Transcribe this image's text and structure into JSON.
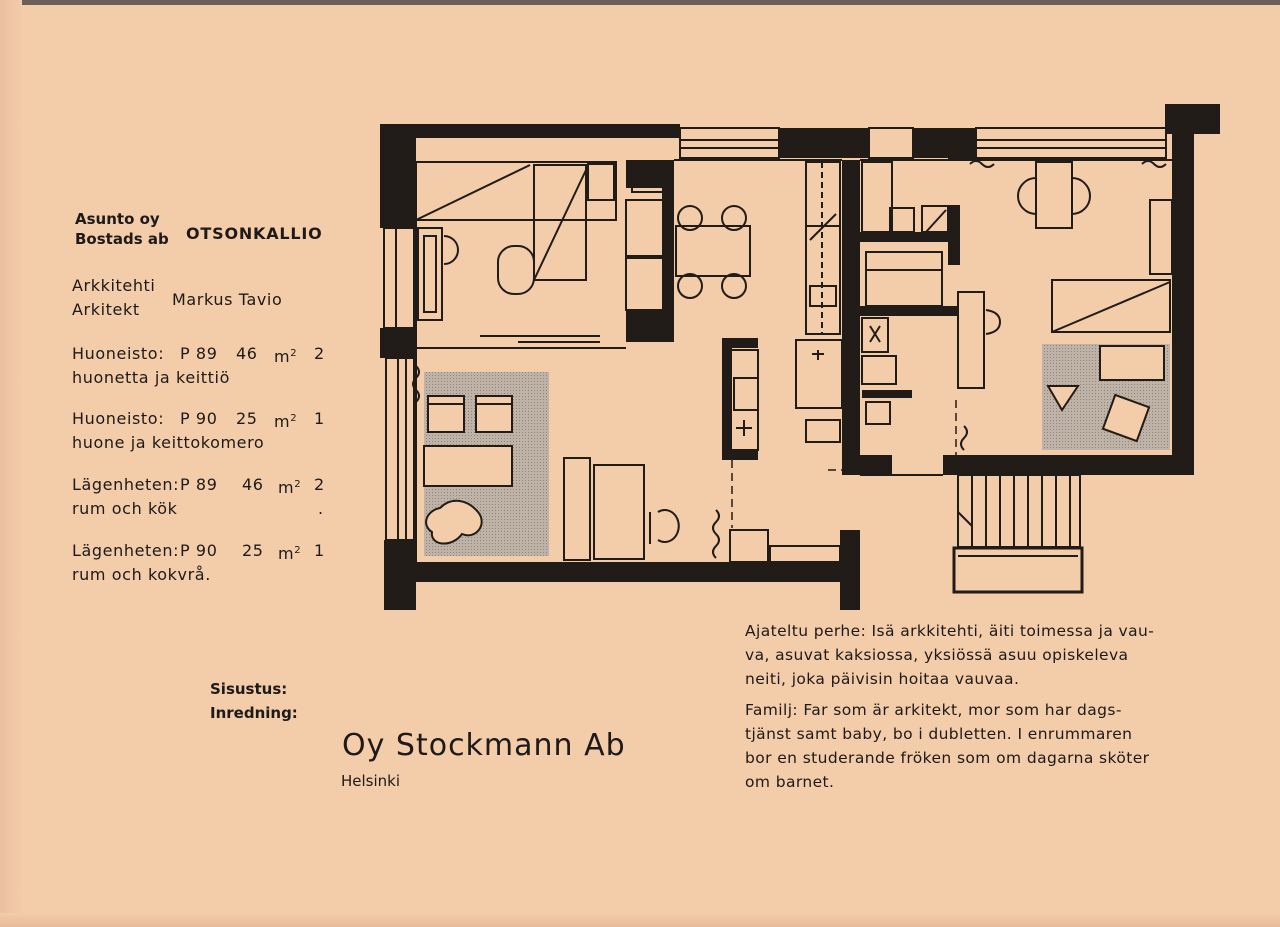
{
  "header": {
    "company_line1": "Asunto oy",
    "company_line2": "Bostads ab",
    "project_name": "OTSONKALLIO"
  },
  "architect": {
    "label_fi": "Arkkitehti",
    "label_sv": "Arkitekt",
    "name": "Markus Tavio"
  },
  "apartments": [
    {
      "label": "Huoneisto:",
      "code": "P 89",
      "area": "46",
      "unit": "m",
      "unit_sup": "2",
      "count": "2",
      "desc": "huonetta ja keittiö"
    },
    {
      "label": "Huoneisto:",
      "code": "P 90",
      "area": "25",
      "unit": "m",
      "unit_sup": "2",
      "count": "1",
      "desc": "huone ja keittokomero"
    },
    {
      "label": "Lägenheten:",
      "code": "P 89",
      "area": "46",
      "unit": "m",
      "unit_sup": "2",
      "count": "2",
      "desc": "rum och kök",
      "mark": "."
    },
    {
      "label": "Lägenheten:",
      "code": "P 90",
      "area": "25",
      "unit": "m",
      "unit_sup": "2",
      "count": "1",
      "desc": "rum och kokvrå."
    }
  ],
  "interior": {
    "label_fi": "Sisustus:",
    "label_sv": "Inredning:",
    "company": "Oy Stockmann Ab",
    "city": "Helsinki"
  },
  "family_fi": {
    "lines": [
      "Ajateltu perhe: Isä arkkitehti, äiti toimessa ja vau-",
      "va, asuvat kaksiossa, yksiössä asuu opiskeleva",
      "neiti, joka päivisin hoitaa vauvaa."
    ]
  },
  "family_sv": {
    "lines": [
      "Familj: Far som är arkitekt, mor som har dags-",
      "tjänst samt baby, bo i dubletten. I enrummaren",
      "bor en studerande fröken som om dagarna sköter",
      "om barnet."
    ]
  },
  "colors": {
    "paper": "#f3ccaa",
    "ink": "#1d1a18",
    "wall": "#221c18",
    "rug": "#b9aca0"
  }
}
